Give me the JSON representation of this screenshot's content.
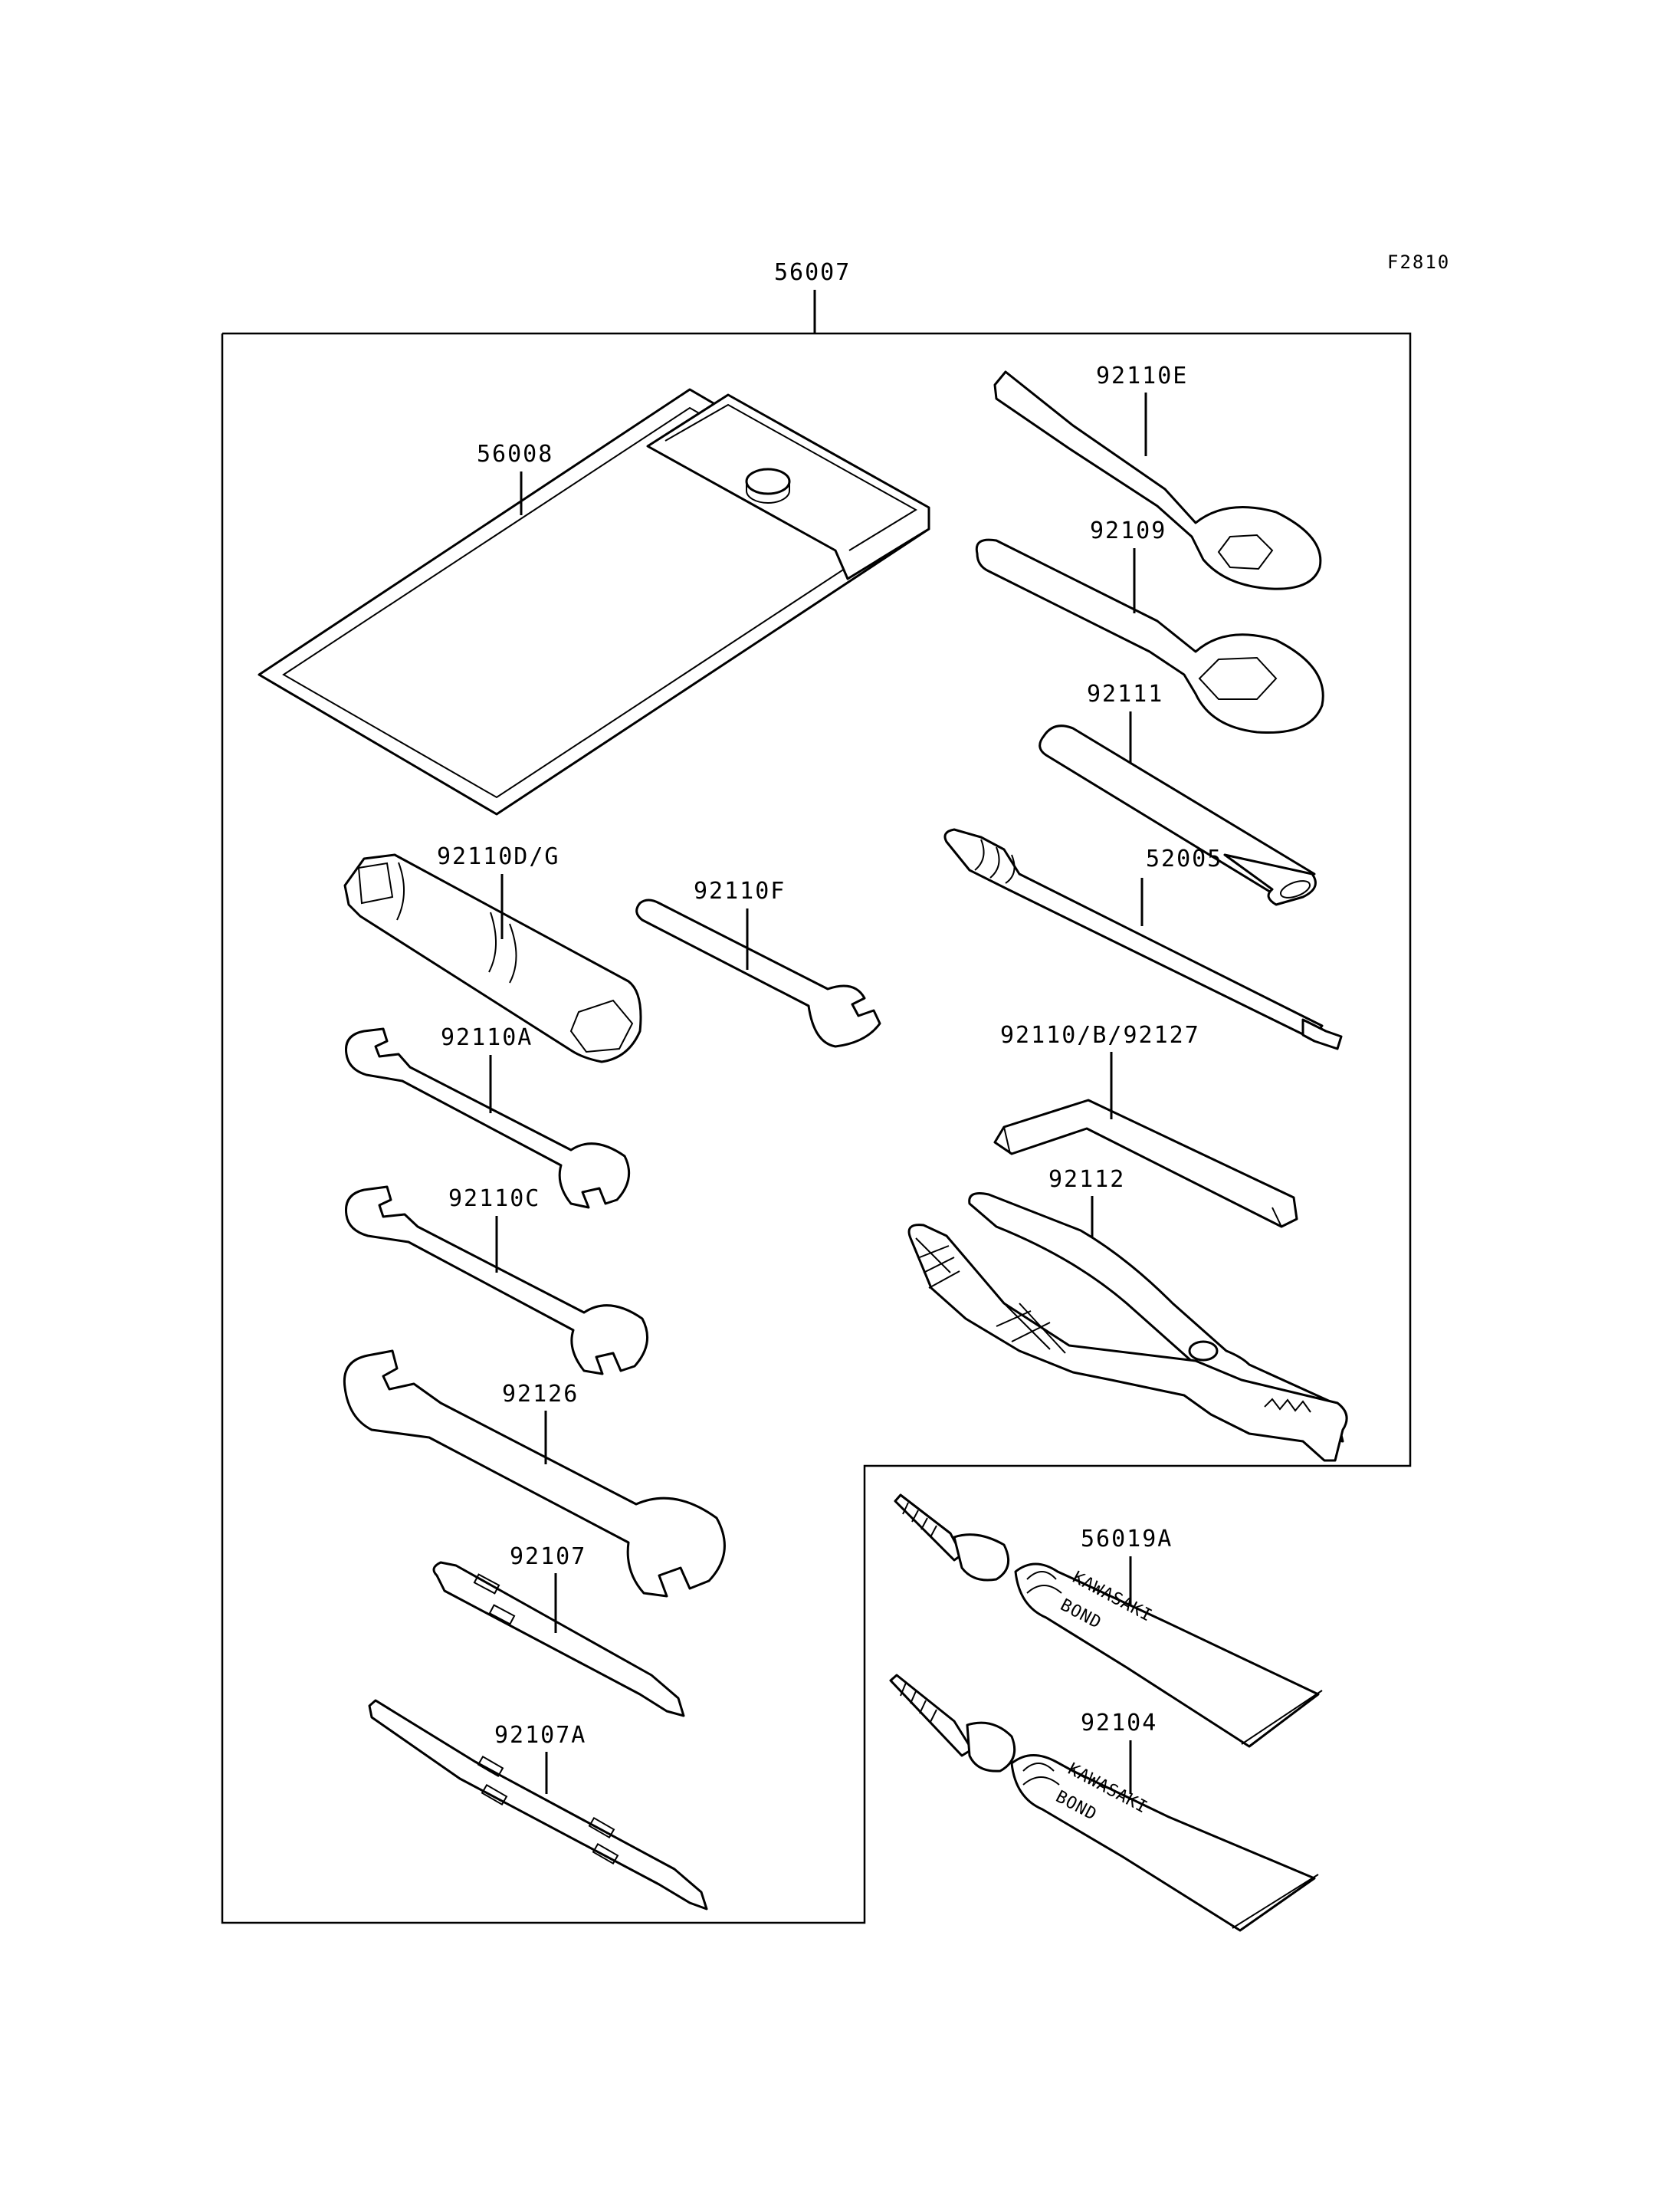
{
  "figure_code": "F2810",
  "kit": {
    "part_no": "56007"
  },
  "parts": {
    "p56008": "56008",
    "p92110E": "92110E",
    "p92109": "92109",
    "p92111": "92111",
    "p92110DG": "92110D/G",
    "p92110F": "92110F",
    "p52005": "52005",
    "p92110A": "92110A",
    "p92110B": "92110/B/92127",
    "p92110C": "92110C",
    "p92112": "92112",
    "p92126": "92126",
    "p92107": "92107",
    "p92107A": "92107A",
    "p56019A": "56019A",
    "p92104": "92104"
  },
  "tube_brand": {
    "line1": "KAWASAKI",
    "line2": "BOND"
  }
}
